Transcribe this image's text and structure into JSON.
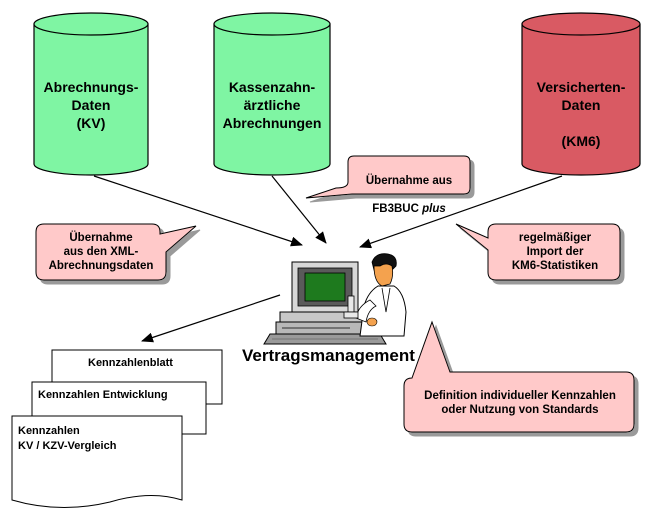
{
  "databases": [
    {
      "id": "kv",
      "label": "Abrechnungs-\nDaten\n(KV)",
      "color": "#7ff5a3"
    },
    {
      "id": "kzv",
      "label": "Kassenzahn-\närztliche\nAbrechnungen",
      "color": "#7ff5a3"
    },
    {
      "id": "km6",
      "label": "Versicherten-\nDaten\n\n(KM6)",
      "color": "#d95a63"
    }
  ],
  "callouts": {
    "fb3buc": {
      "text": "Übernahme aus\nFB3BUC",
      "emphasis": "plus"
    },
    "xml": {
      "text": "Übernahme\naus den XML-\nAbrechnungsdaten"
    },
    "km6": {
      "text": "regelmäßiger\nImport der\nKM6-Statistiken"
    },
    "definition": {
      "text": "Definition individueller Kennzahlen\noder Nutzung von Standards"
    }
  },
  "callout_color": "#ffc9c9",
  "main_label": "Vertragsmanagement",
  "documents": [
    {
      "id": "kennzahlenblatt",
      "text": "Kennzahlenblatt"
    },
    {
      "id": "entwicklung",
      "text": "Kennzahlen Entwicklung"
    },
    {
      "id": "vergleich",
      "text": "Kennzahlen\nKV / KZV-Vergleich"
    }
  ],
  "icons": {
    "workstation": "computer-workstation-icon",
    "person": "scientist-person-icon"
  }
}
